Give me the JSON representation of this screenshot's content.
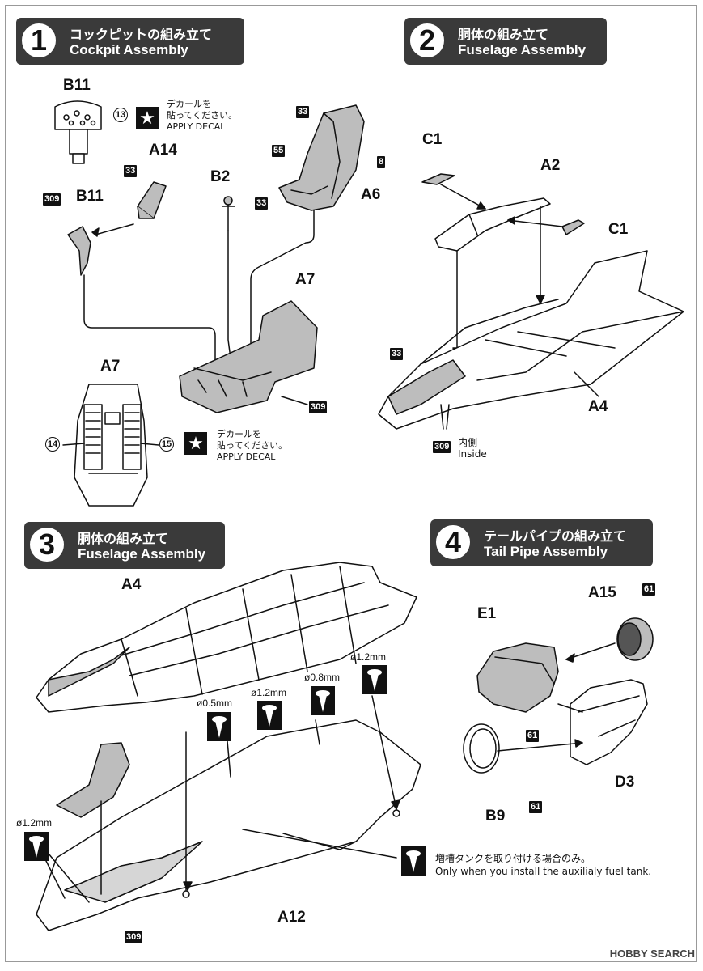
{
  "steps": [
    {
      "number": "1",
      "title_jp": "コックピットの組み立て",
      "title_en": "Cockpit Assembly"
    },
    {
      "number": "2",
      "title_jp": "胴体の組み立て",
      "title_en": "Fuselage Assembly"
    },
    {
      "number": "3",
      "title_jp": "胴体の組み立て",
      "title_en": "Fuselage Assembly"
    },
    {
      "number": "4",
      "title_jp": "テールパイプの組み立て",
      "title_en": "Tail Pipe Assembly"
    }
  ],
  "decal": {
    "jp_line1": "デカールを",
    "jp_line2": "貼ってください。",
    "en": "APPLY DECAL",
    "star": "★"
  },
  "step1": {
    "parts": [
      "B11",
      "A14",
      "B2",
      "A6",
      "A7",
      "B11",
      "A7"
    ],
    "paints": [
      "33",
      "309",
      "33",
      "33",
      "55",
      "8",
      "309"
    ],
    "decal_numbers": [
      "13",
      "14",
      "15"
    ]
  },
  "step2": {
    "parts": [
      "C1",
      "A2",
      "C1",
      "A4"
    ],
    "paints": [
      "33",
      "309"
    ],
    "inside_jp": "内側",
    "inside_en": "Inside"
  },
  "step3": {
    "parts": [
      "A4",
      "A12"
    ],
    "drills": [
      "ø1.2mm",
      "ø0.8mm",
      "ø0.5mm",
      "ø1.2mm",
      "ø1.2mm"
    ],
    "paint": "309",
    "note_jp": "増槽タンクを取り付ける場合のみ。",
    "note_en": "Only when you install the auxilialy fuel tank."
  },
  "step4": {
    "parts": [
      "A15",
      "E1",
      "D3",
      "B9"
    ],
    "paints": [
      "61",
      "61",
      "61"
    ]
  },
  "watermark": "HOBBY SEARCH",
  "colors": {
    "header_bg": "#3a3a3a",
    "paint_box": "#111111",
    "part_fill": "#bdbdbd"
  }
}
